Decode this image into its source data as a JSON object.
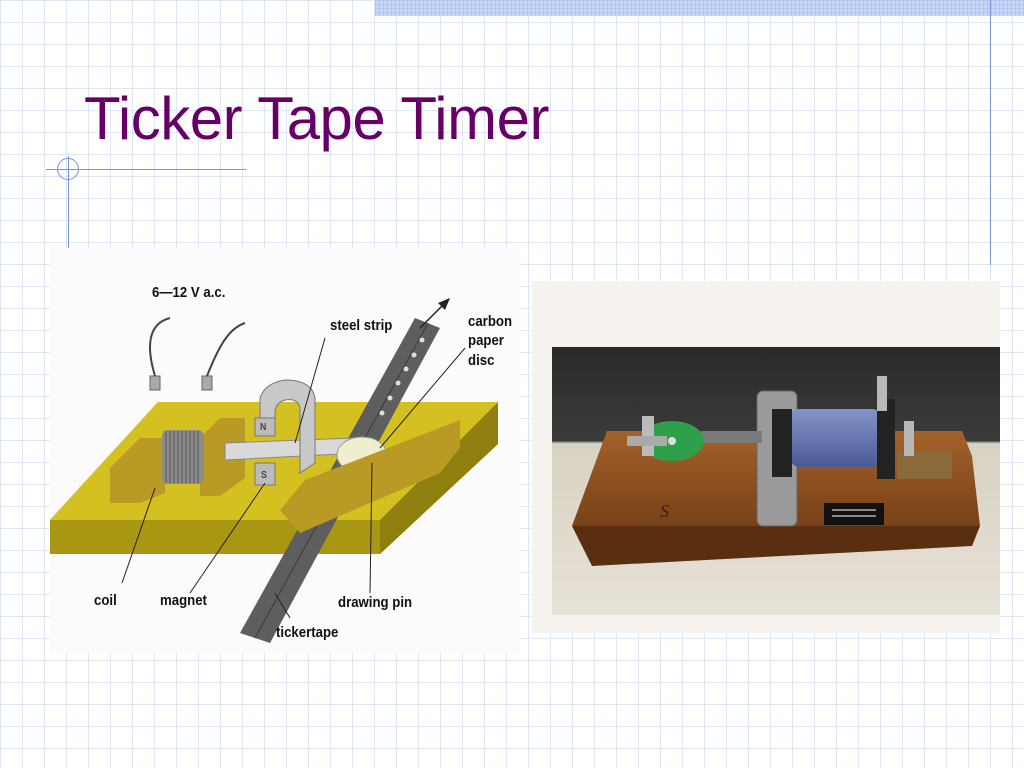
{
  "slide": {
    "title": "Ticker Tape Timer"
  },
  "diagram": {
    "labels": {
      "voltage": "6—12 V a.c.",
      "steel_strip": "steel strip",
      "carbon": "carbon",
      "paper": "paper",
      "disc": "disc",
      "coil": "coil",
      "magnet": "magnet",
      "drawing_pin": "drawing pin",
      "tickertape": "tickertape"
    },
    "magnet_pole_n": "N",
    "magnet_pole_s": "S"
  },
  "photo": {
    "pole_mark": "S"
  },
  "colors": {
    "title": "#660066",
    "base_board": "#c9b51c",
    "grid_line": "#dfe6f6",
    "accent_line": "#7a94d8"
  }
}
